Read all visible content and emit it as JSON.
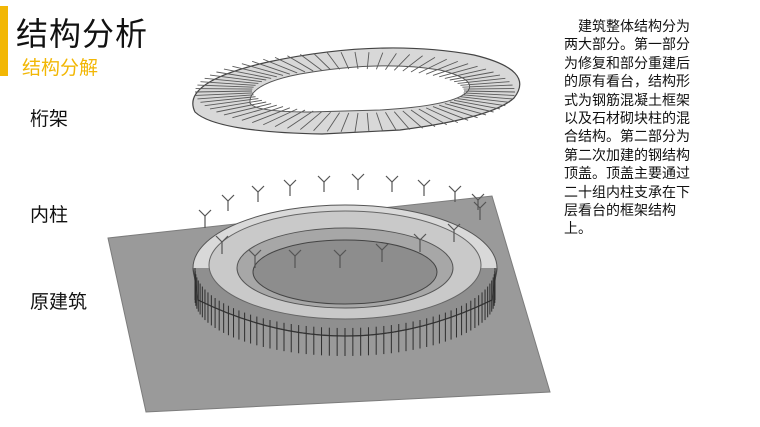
{
  "header": {
    "title": "结构分析",
    "subtitle": "结构分解",
    "accent_color": "#f2b705"
  },
  "layers": [
    {
      "label": "桁架"
    },
    {
      "label": "内柱"
    },
    {
      "label": "原建筑"
    }
  ],
  "description": "建筑整体结构分为两大部分。第一部分为修复和部分重建后的原有看台，结构形式为钢筋混凝土框架以及石材砌块柱的混合结构。第二部分为第二次加建的钢结构顶盖。顶盖主要通过二十组内柱支承在下层看台的框架结构上。"
}
